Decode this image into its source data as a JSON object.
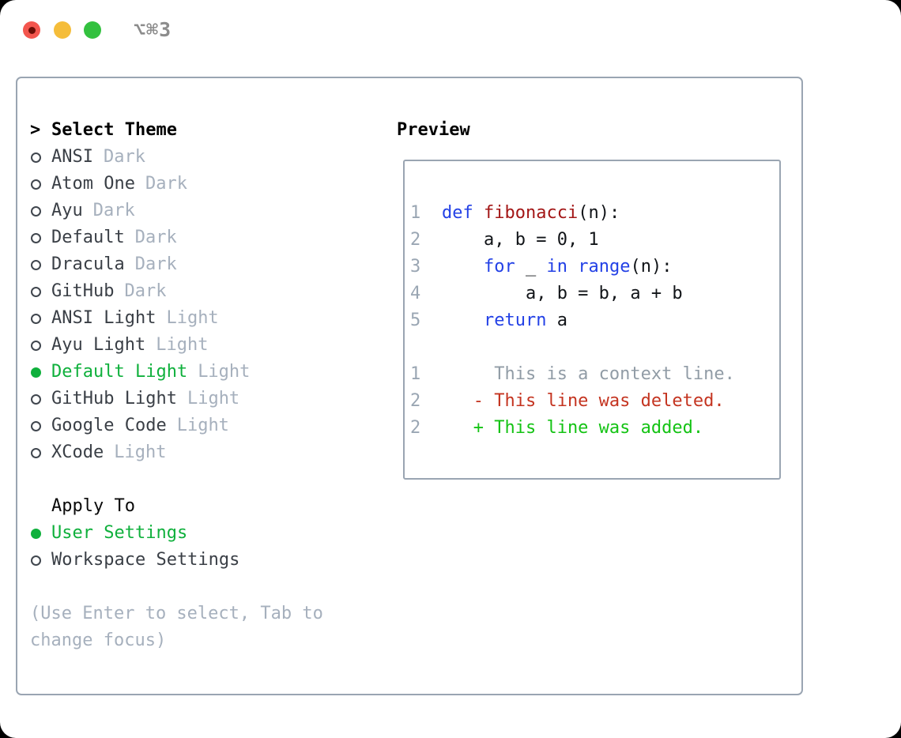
{
  "titlebar": {
    "shortcut": "⌥⌘3",
    "buttons": [
      "close",
      "minimize",
      "zoom"
    ]
  },
  "theme_selector": {
    "prompt": ">",
    "title": "Select Theme",
    "items": [
      {
        "name": "ANSI",
        "badge": "Dark",
        "selected": false
      },
      {
        "name": "Atom One",
        "badge": "Dark",
        "selected": false
      },
      {
        "name": "Ayu",
        "badge": "Dark",
        "selected": false
      },
      {
        "name": "Default",
        "badge": "Dark",
        "selected": false
      },
      {
        "name": "Dracula",
        "badge": "Dark",
        "selected": false
      },
      {
        "name": "GitHub",
        "badge": "Dark",
        "selected": false
      },
      {
        "name": "ANSI Light",
        "badge": "Light",
        "selected": false
      },
      {
        "name": "Ayu Light",
        "badge": "Light",
        "selected": false
      },
      {
        "name": "Default Light",
        "badge": "Light",
        "selected": true
      },
      {
        "name": "GitHub Light",
        "badge": "Light",
        "selected": false
      },
      {
        "name": "Google Code",
        "badge": "Light",
        "selected": false
      },
      {
        "name": "XCode",
        "badge": "Light",
        "selected": false
      }
    ],
    "apply_to": {
      "title": "Apply To",
      "options": [
        {
          "name": "User Settings",
          "selected": true
        },
        {
          "name": "Workspace Settings",
          "selected": false
        }
      ]
    },
    "help_lines": [
      "(Use Enter to select, Tab to",
      "change focus)"
    ]
  },
  "preview": {
    "title": "Preview",
    "code_lines": [
      {
        "number": "1",
        "segments": [
          {
            "text": "def",
            "style": "keyword"
          },
          {
            "text": " ",
            "style": "plain"
          },
          {
            "text": "fibonacci",
            "style": "function"
          },
          {
            "text": "(n):",
            "style": "plain"
          }
        ]
      },
      {
        "number": "2",
        "segments": [
          {
            "text": "    a, b = 0, 1",
            "style": "plain"
          }
        ]
      },
      {
        "number": "3",
        "segments": [
          {
            "text": "    ",
            "style": "plain"
          },
          {
            "text": "for",
            "style": "keyword"
          },
          {
            "text": " _ ",
            "style": "plain"
          },
          {
            "text": "in",
            "style": "keyword"
          },
          {
            "text": " ",
            "style": "plain"
          },
          {
            "text": "range",
            "style": "keyword"
          },
          {
            "text": "(n):",
            "style": "plain"
          }
        ]
      },
      {
        "number": "4",
        "segments": [
          {
            "text": "        a, b = b, a + b",
            "style": "plain"
          }
        ]
      },
      {
        "number": "5",
        "segments": [
          {
            "text": "    ",
            "style": "plain"
          },
          {
            "text": "return",
            "style": "keyword"
          },
          {
            "text": " a",
            "style": "plain"
          }
        ]
      },
      {
        "number": "",
        "segments": []
      },
      {
        "number": "1",
        "segments": [
          {
            "text": "     This is a context line.",
            "style": "context"
          }
        ]
      },
      {
        "number": "2",
        "segments": [
          {
            "text": "   - This line was deleted.",
            "style": "deleted"
          }
        ]
      },
      {
        "number": "2",
        "segments": [
          {
            "text": "   + This line was added.",
            "style": "added"
          }
        ]
      }
    ]
  },
  "colors": {
    "selected_green": "#0fb03c",
    "added_green": "#14c314",
    "deleted_red": "#c43420",
    "keyword_blue": "#2341e6",
    "function_red": "#a31616",
    "context_gray": "#919ca6",
    "badge_gray": "#a6b0bd",
    "border_gray": "#9aa5b2",
    "traffic_red": "#f3564e",
    "traffic_yellow": "#f5bd3a",
    "traffic_green": "#33c13f"
  }
}
